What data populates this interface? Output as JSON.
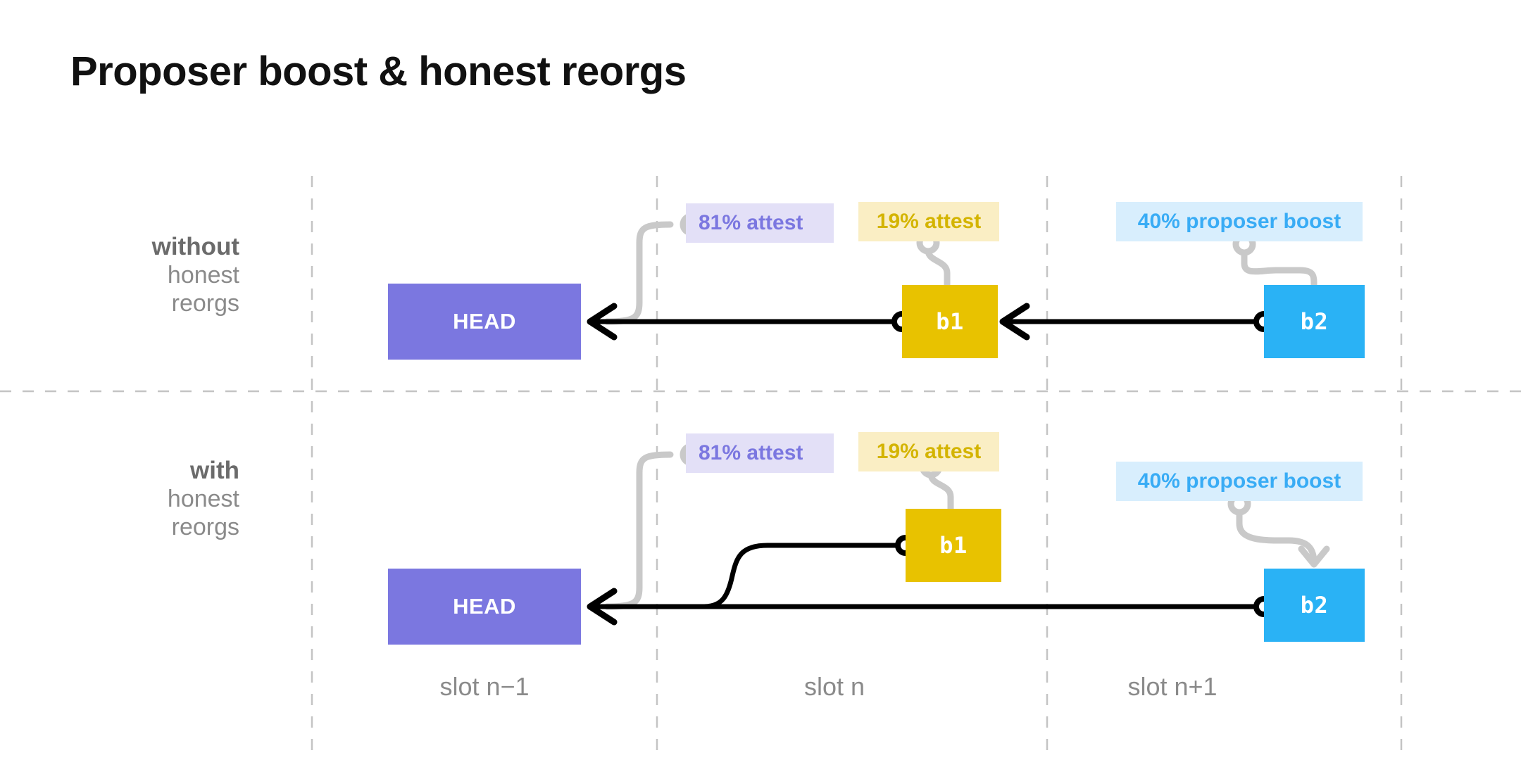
{
  "page": {
    "title": "Proposer boost & honest reorgs",
    "background": "#ffffff"
  },
  "colors": {
    "head_block": "#7b77e0",
    "b1_block": "#e8c200",
    "b2_block": "#2ab2f5",
    "attest_81_bg": "#e3e0f7",
    "attest_81_text": "#7b77e0",
    "attest_19_bg": "#faeec4",
    "attest_19_text": "#d4b400",
    "boost_bg": "#d8eefd",
    "boost_text": "#39acf5",
    "connector_gray": "#c9c9c9",
    "chain_black": "#000000",
    "grid_dash": "#c4c4c4",
    "label_gray": "#8a8a8a"
  },
  "rows": [
    {
      "id": "without-honest-reorgs",
      "label_keyword": "without",
      "label_line2": "honest",
      "label_line3": "reorgs",
      "blocks": [
        {
          "name": "head",
          "label": "HEAD",
          "slot": "slot n-1"
        },
        {
          "name": "b1",
          "label": "b1",
          "slot": "slot n"
        },
        {
          "name": "b2",
          "label": "b2",
          "slot": "slot n+1"
        }
      ],
      "tags": [
        {
          "name": "attest-81",
          "label": "81% attest",
          "attaches_to": "chain-link-head-b1"
        },
        {
          "name": "attest-19",
          "label": "19% attest",
          "attaches_to": "b1"
        },
        {
          "name": "proposer-boost",
          "label": "40% proposer boost",
          "attaches_to": "b2"
        }
      ],
      "chain": "b2 -> b1 -> HEAD (canonical, b1 included)"
    },
    {
      "id": "with-honest-reorgs",
      "label_keyword": "with",
      "label_line2": "honest",
      "label_line3": "reorgs",
      "blocks": [
        {
          "name": "head",
          "label": "HEAD",
          "slot": "slot n-1"
        },
        {
          "name": "b1",
          "label": "b1",
          "slot": "slot n"
        },
        {
          "name": "b2",
          "label": "b2",
          "slot": "slot n+1"
        }
      ],
      "tags": [
        {
          "name": "attest-81",
          "label": "81% attest",
          "attaches_to": "chain-link-head"
        },
        {
          "name": "attest-19",
          "label": "19% attest",
          "attaches_to": "b1"
        },
        {
          "name": "proposer-boost",
          "label": "40% proposer boost",
          "attaches_to": "b2"
        }
      ],
      "chain": "b2 -> HEAD directly (b1 reorged out, branches off)"
    }
  ],
  "slots": [
    {
      "id": "slot-prev",
      "label": "slot n−1"
    },
    {
      "id": "slot-n",
      "label": "slot n"
    },
    {
      "id": "slot-next",
      "label": "slot n+1"
    }
  ]
}
